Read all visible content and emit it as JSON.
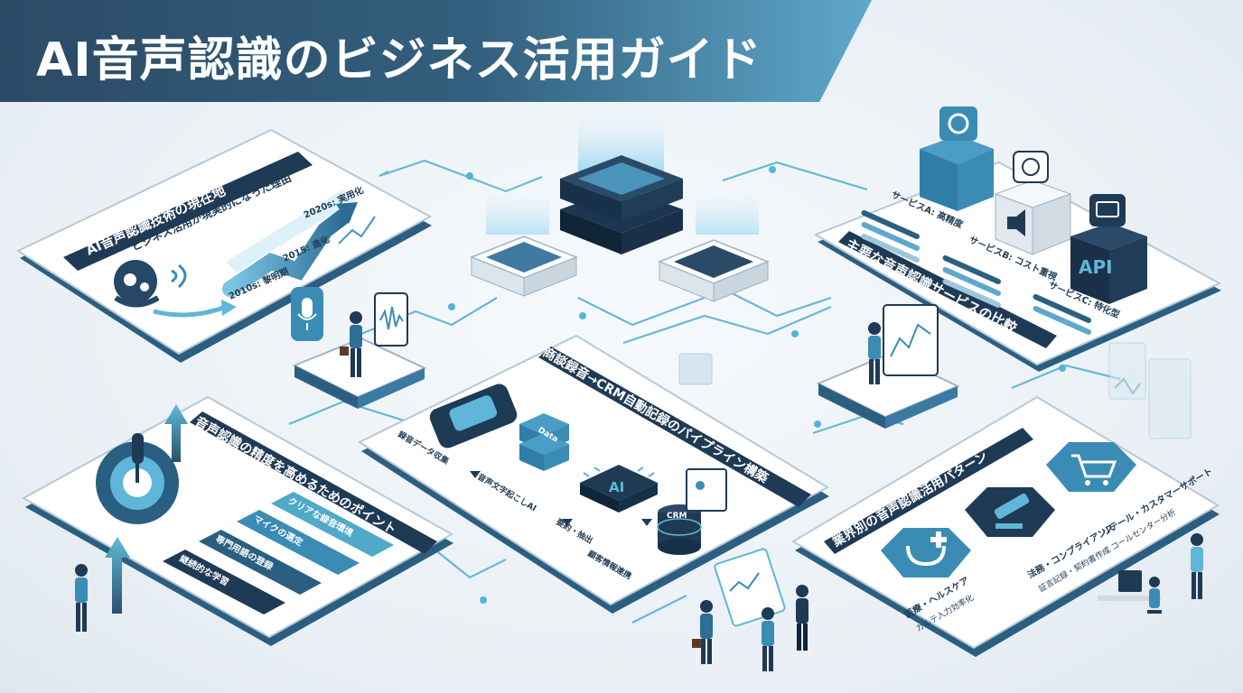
{
  "title": "AI音声認識のビジネス活用ガイド",
  "panels": {
    "history": {
      "header": "AI音声認識技術の現在地",
      "subheader": "ビジネス活用が現実的になった理由",
      "steps": [
        "2010s: 黎明期",
        "2015: 進化",
        "2020s: 実用化"
      ]
    },
    "comparison": {
      "header": "主要な音声認識サービスの比較",
      "services": [
        "サービスA: 高精度",
        "サービスB: コスト重視",
        "サービスC: 特化型"
      ],
      "icon_label": "API"
    },
    "pipeline": {
      "header": "商談録音→CRM自動記録のパイプライン構築",
      "steps": [
        "録音データ収集",
        "音声文字起こしAI",
        "要約・抽出",
        "顧客情報連携"
      ],
      "ai_chip": "AI",
      "crm_label": "CRM",
      "data_label": "Data"
    },
    "accuracy": {
      "header": "音声認識の精度を高めるためのポイント",
      "points": [
        "クリアな録音環境",
        "マイクの選定",
        "専門用語の登録",
        "継続的な学習"
      ]
    },
    "industry": {
      "header": "業界別の音声認識活用パターン",
      "patterns": [
        {
          "title": "医療・ヘルスケア",
          "detail": "カルテ入力効率化"
        },
        {
          "title": "法務・コンプライアンス",
          "detail": "証言記録・契約書作成"
        },
        {
          "title": "リテール・カスタマーサポート",
          "detail": "コールセンター分析"
        }
      ]
    }
  }
}
